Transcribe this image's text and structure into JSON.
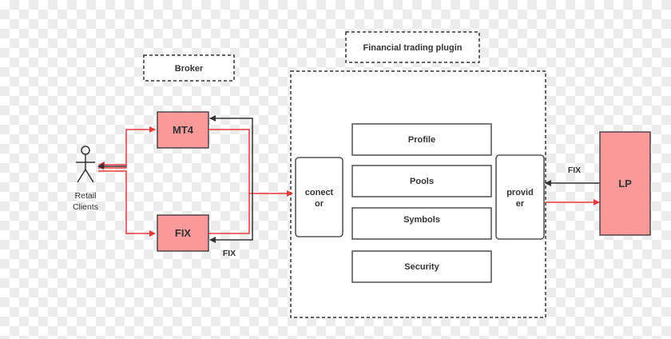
{
  "broker": {
    "title": "Broker"
  },
  "plugin": {
    "title": "Financial trading plugin"
  },
  "actor": {
    "line1": "Retail",
    "line2": "Clients"
  },
  "nodes": {
    "mt4": "MT4",
    "fix": "FIX",
    "lp": "LP",
    "connector": {
      "line1": "conect",
      "line2": "or"
    },
    "provider": {
      "line1": "provid",
      "line2": "er"
    }
  },
  "modules": [
    "Profile",
    "Pools",
    "Symbols",
    "Security"
  ],
  "edge_labels": {
    "fix_bottom": "FIX",
    "fix_lp": "FIX"
  },
  "colors": {
    "node_fill": "#f9999a",
    "node_stroke": "#333333",
    "arrow_red": "#e8393b",
    "arrow_dark": "#333333"
  }
}
